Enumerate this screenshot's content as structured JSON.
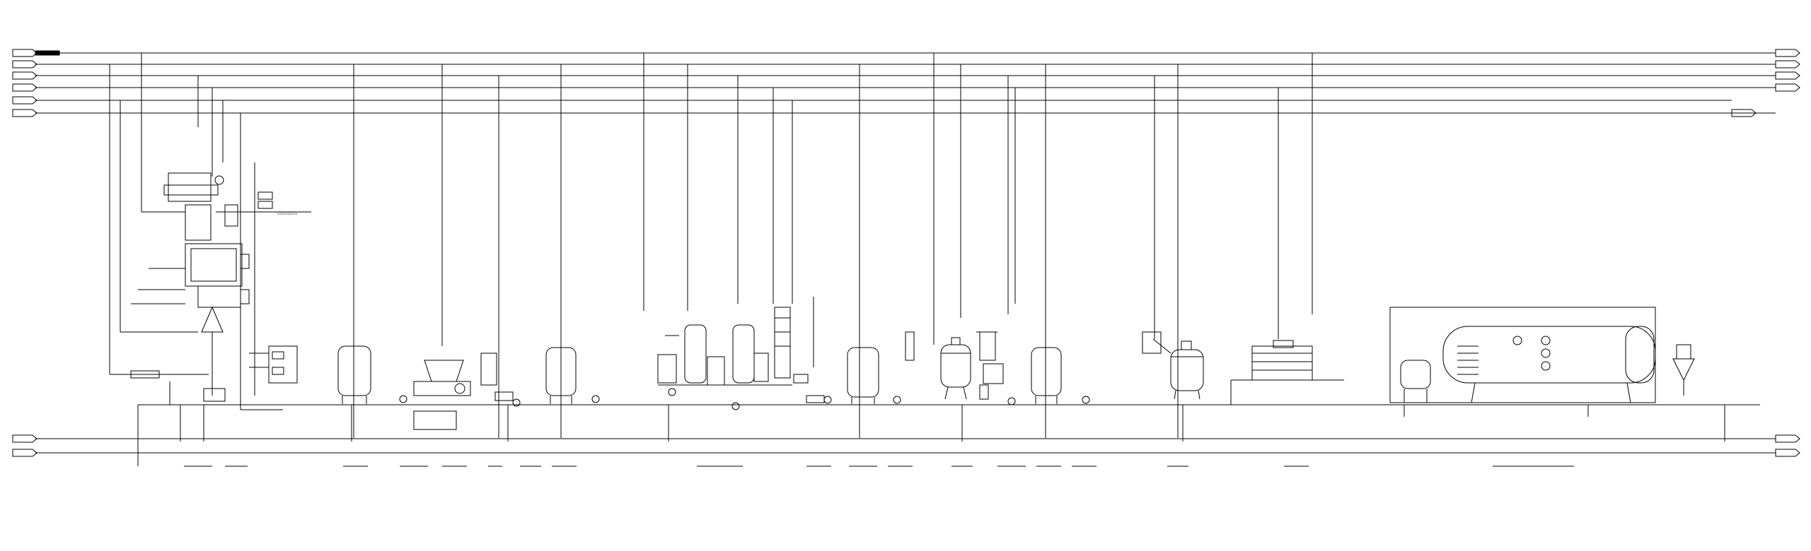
{
  "lines": {
    "left_top": [
      "",
      "",
      "",
      "",
      ""
    ],
    "right_top": [
      "",
      "",
      "",
      "",
      ""
    ],
    "left_bottom": [
      "",
      ""
    ],
    "right_bottom": [
      "",
      ""
    ]
  },
  "equipment": [
    {
      "name": "evaporator-tower-left"
    },
    {
      "name": "tank-1"
    },
    {
      "name": "centrifuge"
    },
    {
      "name": "tank-2"
    },
    {
      "name": "evaporator-pair"
    },
    {
      "name": "column"
    },
    {
      "name": "tank-3"
    },
    {
      "name": "reactor-1"
    },
    {
      "name": "tank-4"
    },
    {
      "name": "reactor-2"
    },
    {
      "name": "heat-exchanger-block"
    },
    {
      "name": "small-reactor"
    },
    {
      "name": "horizontal-vessel"
    },
    {
      "name": "cone-hopper"
    }
  ],
  "colors": {
    "line": "#000000",
    "background": "#ffffff"
  }
}
